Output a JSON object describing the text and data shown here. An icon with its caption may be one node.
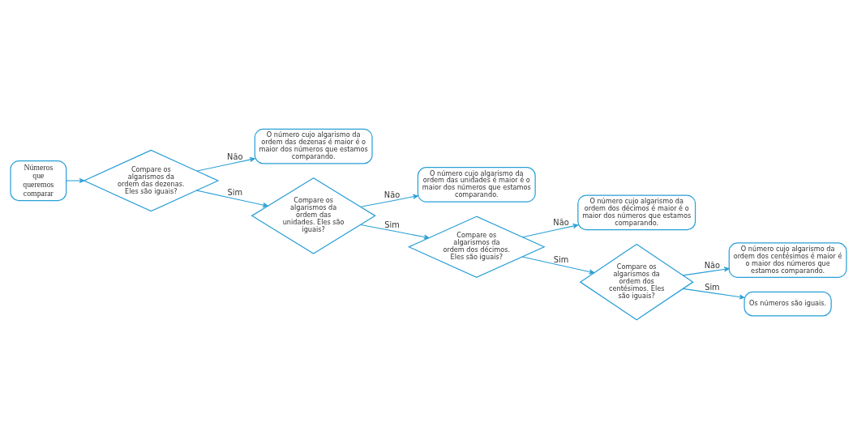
{
  "diagram": {
    "nodes": [
      {
        "text": [
          "Números que queremos comparar"
        ]
      },
      {
        "text": [
          "Compare os algarismos da ordem das dezenas. Eles são iguais?"
        ]
      },
      {
        "text": [
          "O número cujo algarismo da ordem das dezenas é maior é o maior dos números que estamos comparando."
        ]
      },
      {
        "text": [
          "Compare os algarismos da ordem das unidades. Eles são iguais?"
        ]
      },
      {
        "text": [
          "O número cujo algarismo da ordem das unidades é maior é o maior dos números que estamos comparando."
        ]
      },
      {
        "text": [
          "Compare os algarismos da ordem dos décimos. Eles são iguais?"
        ]
      },
      {
        "text": [
          "O número cujo algarismo da ordem dos décimos é maior é o maior dos números que estamos comparando."
        ]
      },
      {
        "text": [
          "Compare os algarismos da ordem dos centésimos. Eles são iguais?"
        ]
      },
      {
        "text": [
          "O número cujo algarismo da ordem dos centésimos é maior é o maior dos números que estamos comparando."
        ]
      },
      {
        "text": [
          "Os números são iguais."
        ]
      }
    ],
    "edges": [
      {
        "from": 0,
        "to": 1,
        "arrow": "to"
      },
      {
        "from": 1,
        "to": 3,
        "arrow": "to",
        "label": "Sim"
      },
      {
        "from": 1,
        "to": 2,
        "arrow": "to",
        "label": "Não"
      },
      {
        "from": 3,
        "to": 5,
        "arrow": "to",
        "label": "Sim"
      },
      {
        "from": 3,
        "to": 4,
        "arrow": "to",
        "label": "Não"
      },
      {
        "from": 5,
        "to": 7,
        "arrow": "to",
        "label": "Sim"
      },
      {
        "from": 5,
        "to": 6,
        "arrow": "to",
        "label": "Não"
      },
      {
        "from": 7,
        "to": 9,
        "arrow": "to",
        "label": "Sim"
      },
      {
        "from": 7,
        "to": 8,
        "arrow": "to",
        "label": "Não"
      }
    ]
  }
}
